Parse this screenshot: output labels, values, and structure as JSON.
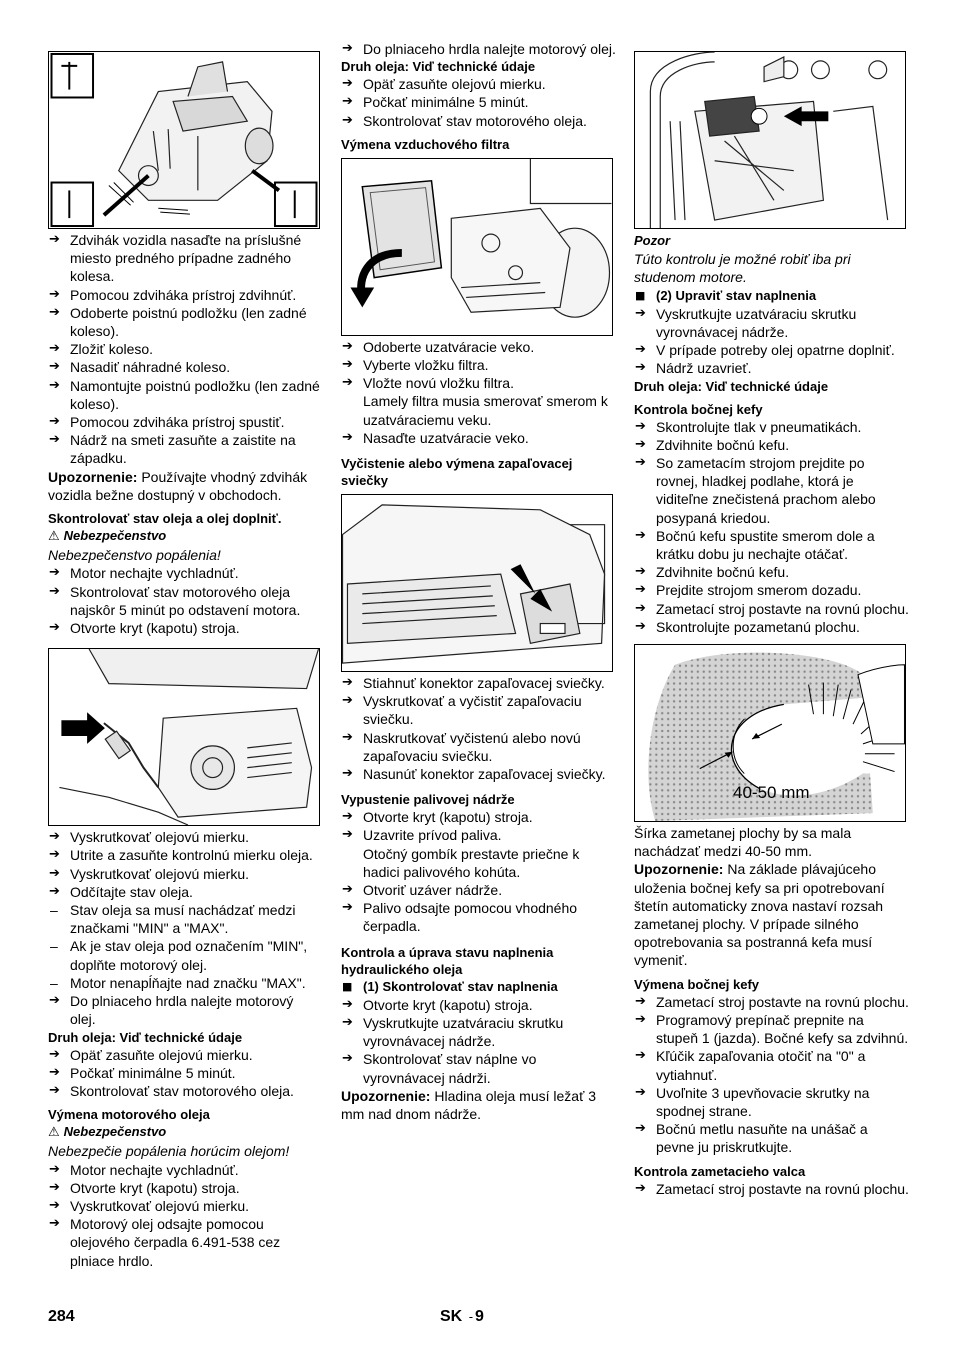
{
  "col1": {
    "items_a": [
      "Zdvihák vozidla nasaďte na príslušné miesto predného prípadne zadného kolesa.",
      "Pomocou zdviháka prístroj zdvihnúť.",
      "Odoberte poistnú podložku (len zadné koleso).",
      "Zložiť koleso.",
      "Nasadiť náhradné koleso.",
      "Namontujte poistnú podložku (len zadné koleso).",
      "Pomocou zdviháka prístroj spustiť.",
      "Nádrž na smeti zasuňte a zaistite na západku."
    ],
    "note_label": "Upozornenie:",
    "note_text": " Používajte vhodný zdvihák vozidla bežne dostupný v obchodoch.",
    "h_oil": "Skontrolovať stav oleja a olej doplniť.",
    "warn_sym": "⚠",
    "warn1": "Nebezpečenstvo",
    "warn1_text": "Nebezpečenstvo popálenia!",
    "items_b": [
      "Motor nechajte vychladnúť.",
      "Skontrolovať stav motorového oleja najskôr 5 minút po odstavení motora.",
      "Otvorte kryt (kapotu) stroja."
    ],
    "items_c": [
      "Vyskrutkovať olejovú mierku.",
      "Utrite a zasuňte kontrolnú mierku oleja.",
      "Vyskrutkovať olejovú mierku.",
      "Odčítajte stav oleja."
    ],
    "dash_items": [
      "Stav oleja sa musí nachádzať medzi značkami \"MIN\" a \"MAX\".",
      "Ak je stav oleja pod označením \"MIN\", doplňte motorový olej.",
      "Motor nenapĺňajte nad značku \"MAX\"."
    ],
    "item_fill": "Do plniaceho hrdla nalejte motorový olej.",
    "h_oiltype": "Druh oleja: Viď technické údaje",
    "items_d": [
      "Opäť zasuňte olejovú mierku.",
      "Počkať minimálne 5 minút.",
      "Skontrolovať stav motorového oleja."
    ],
    "h_change": "Výmena motorového oleja",
    "warn2": "Nebezpečenstvo",
    "warn2_text": "Nebezpečie popálenia horúcim olejom!",
    "items_e": [
      "Motor nechajte vychladnúť.",
      "Otvorte kryt (kapotu) stroja.",
      "Vyskrutkovať olejovú mierku.",
      "Motorový olej odsajte pomocou olejového čerpadla 6.491-538 cez plniace hrdlo."
    ]
  },
  "col2": {
    "item_fill": "Do plniaceho hrdla nalejte motorový olej.",
    "h_oiltype": "Druh oleja: Viď technické údaje",
    "items_a": [
      "Opäť zasuňte olejovú mierku.",
      "Počkať minimálne 5 minút.",
      "Skontrolovať stav motorového oleja."
    ],
    "h_air": "Výmena vzduchového filtra",
    "items_b": [
      "Odoberte uzatváracie veko.",
      "Vyberte vložku filtra.",
      "Vložte novú vložku filtra."
    ],
    "cont_b": "Lamely filtra musia smerovať smerom k uzatváraciemu veku.",
    "item_b2": "Nasaďte uzatváracie veko.",
    "h_plug": "Vyčistenie alebo výmena zapaľovacej sviečky",
    "items_c": [
      "Stiahnuť konektor zapaľovacej sviečky.",
      "Vyskrutkovať a vyčistiť zapaľovaciu sviečku.",
      "Naskrutkovať vyčistenú alebo novú zapaľovaciu sviečku.",
      "Nasunúť konektor zapaľovacej sviečky."
    ],
    "h_tank": "Vypustenie palivovej nádrže",
    "items_d": [
      "Otvorte kryt (kapotu) stroja.",
      "Uzavrite prívod paliva."
    ],
    "cont_d": "Otočný gombík prestavte priečne k hadici palivového kohúta.",
    "items_e": [
      "Otvoriť uzáver nádrže.",
      "Palivo odsajte pomocou vhodného čerpadla."
    ],
    "h_hyd": "Kontrola a úprava stavu naplnenia hydraulického oleja",
    "sq1": "(1) Skontrolovať stav naplnenia",
    "items_f": [
      "Otvorte kryt (kapotu) stroja.",
      "Vyskrutkujte uzatváraciu skrutku vyrovnávacej nádrže.",
      "Skontrolovať stav náplne vo vyrovnávacej nádrži."
    ],
    "note_label": "Upozornenie:",
    "note_text": " Hladina oleja musí ležať 3 mm nad dnom nádrže."
  },
  "col3": {
    "caution": "Pozor",
    "caution_text": "Túto kontrolu je možné robiť iba pri studenom motore.",
    "sq2": "(2) Upraviť stav naplnenia",
    "items_a": [
      "Vyskrutkujte uzatváraciu skrutku vyrovnávacej nádrže.",
      "V prípade potreby olej opatrne doplniť.",
      "Nádrž uzavrieť."
    ],
    "h_oiltype": "Druh oleja: Viď technické údaje",
    "h_sidebrush": "Kontrola bočnej kefy",
    "items_b": [
      "Skontrolujte tlak v pneumatikách.",
      "Zdvihnite bočnú kefu.",
      "So zametacím strojom prejdite po rovnej, hladkej podlahe, ktorá je viditeľne znečistená prachom alebo posypaná kriedou.",
      "Bočnú kefu spustite smerom dole a krátku dobu ju nechajte otáčať.",
      "Zdvihnite bočnú kefu.",
      "Prejdite strojom smerom dozadu.",
      "Zametací stroj postavte na rovnú plochu.",
      "Skontrolujte pozametanú plochu."
    ],
    "fig_label": "40-50 mm",
    "width_text": "Šírka zametanej plochy by sa mala nachádzať medzi 40-50 mm.",
    "note_label": "Upozornenie:",
    "note_text": " Na základe plávajúceho uloženia bočnej kefy sa pri opotrebovaní štetín automaticky znova nastaví rozsah zametanej plochy. V prípade silného opotrebovania sa postranná kefa musí vymeniť.",
    "h_replace": "Výmena bočnej kefy",
    "items_c": [
      "Zametací stroj postavte na rovnú plochu.",
      "Programový prepínač prepnite na stupeň 1 (jazda). Bočné kefy sa zdvihnú.",
      "Kľúčik zapaľovania otočiť na \"0\" a vytiahnuť.",
      "Uvoľnite 3 upevňovacie skrutky na spodnej strane.",
      "Bočnú metlu nasuňte na unášač a pevne ju priskrutkujte."
    ],
    "h_roller": "Kontrola zametacieho valca",
    "items_d": [
      "Zametací stroj postavte na rovnú plochu."
    ]
  },
  "footer": {
    "page": "284",
    "lang": "SK",
    "sep": "-",
    "num": "9"
  }
}
